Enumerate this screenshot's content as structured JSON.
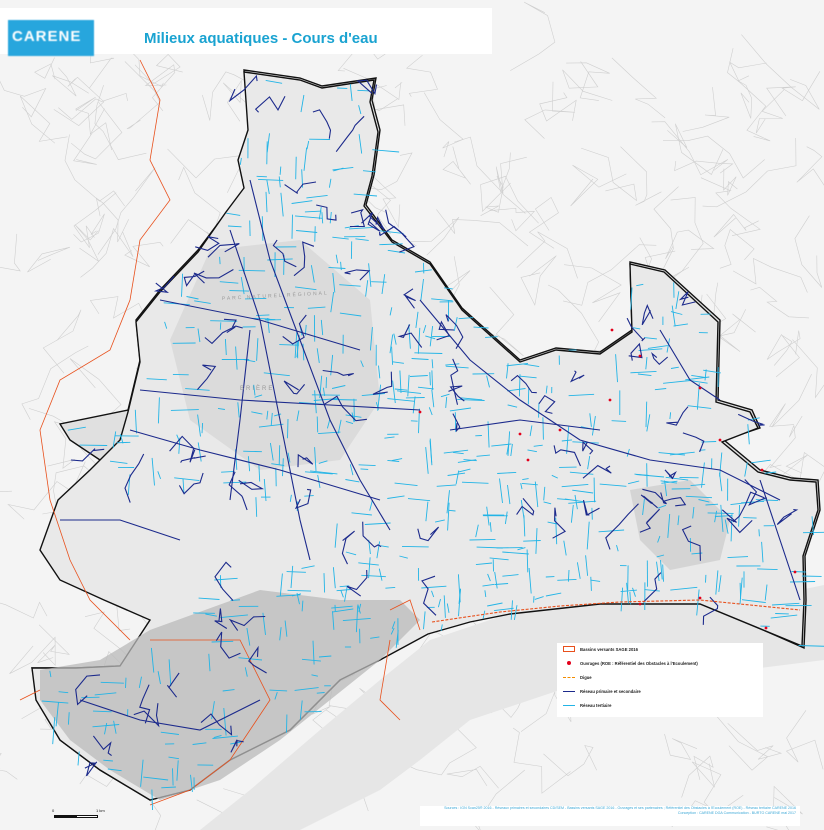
{
  "header": {
    "logo_text": "CARENE",
    "title": "Milieux aquatiques - Cours d'eau"
  },
  "map_labels": {
    "park_name": "PARC NATUREL RÉGIONAL",
    "brière": "BRIÈRE"
  },
  "legend": {
    "items": [
      {
        "label": "Bassins versants SAGE 2016",
        "symbol": "polygon-outline",
        "color": "#e8501c"
      },
      {
        "label": "Ouvrages (ROE : Référentiel des Obstacles à l'Ecoulement)",
        "symbol": "point",
        "color": "#e3001b"
      },
      {
        "label": "Digue",
        "symbol": "dashed-line",
        "color": "#f28c00"
      },
      {
        "label": "Réseau primaire et secondaire",
        "symbol": "line",
        "color": "#1c2a8c"
      },
      {
        "label": "Réseau tertiaire",
        "symbol": "line",
        "color": "#22b4e6"
      }
    ]
  },
  "scale": {
    "start": "0",
    "end": "1 km"
  },
  "sources": {
    "line1": "Sources : IGN Scan25® 2016 - Réseaux primaires et secondaires CD/SEM - Bassins versants SAGE 2016 - Ouvrages et ses partenaires ; Référentiel des Obstacles à l'Ecoulement (ROE) - Réseau tertiaire CARENE 2016",
    "line2": "Conception : CARENE DGA Communication - BURTO CARENE mai 2017"
  },
  "colors": {
    "primary_network": "#1c2a8c",
    "tertiary_network": "#22b4e6",
    "basin_outline": "#e8501c",
    "territory_outline": "#111111",
    "dike": "#e8501c",
    "title": "#1aa3d1"
  }
}
